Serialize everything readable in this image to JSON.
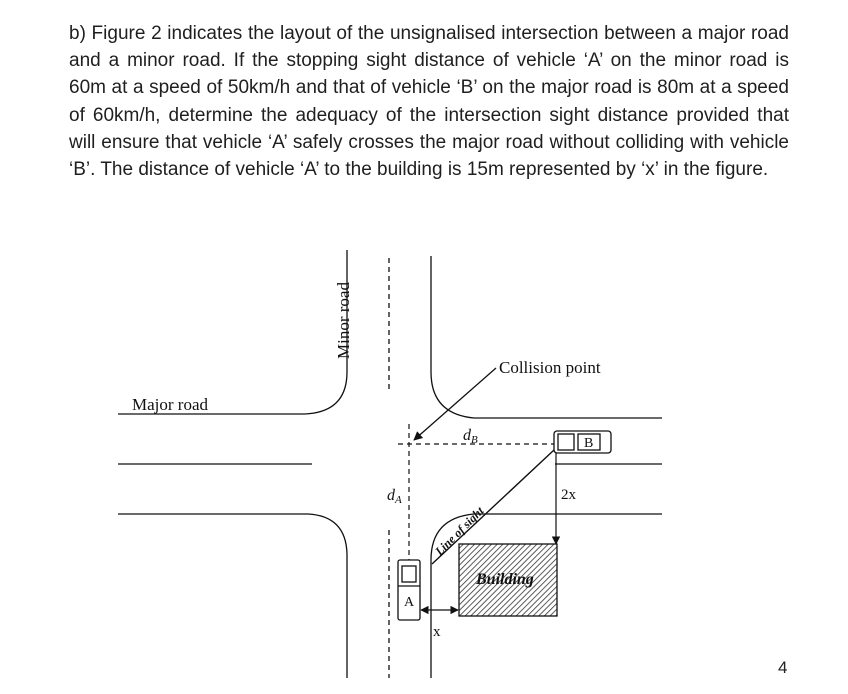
{
  "question": {
    "text": "b) Figure 2 indicates the layout of the unsignalised intersection between a major road and a minor road. If the stopping sight distance of vehicle ‘A’ on the minor road is 60m at a speed of 50km/h and that of vehicle ‘B’ on the major road is 80m at a speed of 60km/h, determine the adequacy of the intersection sight distance provided that will ensure that vehicle ‘A’ safely crosses the major road without colliding with vehicle ‘B’. The distance of vehicle ‘A’ to the building is 15m represented by ‘x’ in the figure."
  },
  "figure": {
    "minor_road_label": "Minor road",
    "major_road_label": "Major road",
    "collision_point_label": "Collision point",
    "d_b_label": "dB",
    "d_a_label": "dA",
    "two_x_label": "2x",
    "line_of_sight_label": "Line of sight",
    "building_label": "Building",
    "vehicle_a_label": "A",
    "vehicle_b_label": "B",
    "x_label": "x"
  },
  "page_number": "4"
}
